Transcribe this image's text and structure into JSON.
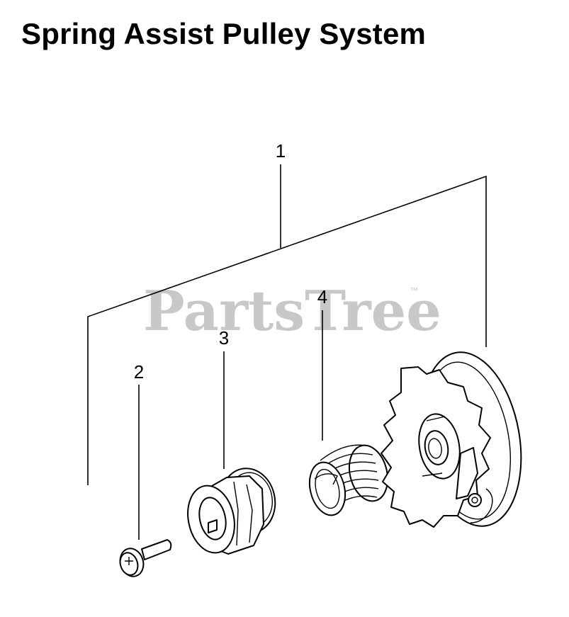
{
  "title": "Spring Assist Pulley System",
  "watermark": {
    "text": "PartsTree",
    "trademark": "™"
  },
  "callouts": {
    "c1": "1",
    "c2": "2",
    "c3": "3",
    "c4": "4"
  },
  "colors": {
    "ink": "#000000",
    "watermark": "#c8c8c8",
    "background": "#ffffff"
  }
}
